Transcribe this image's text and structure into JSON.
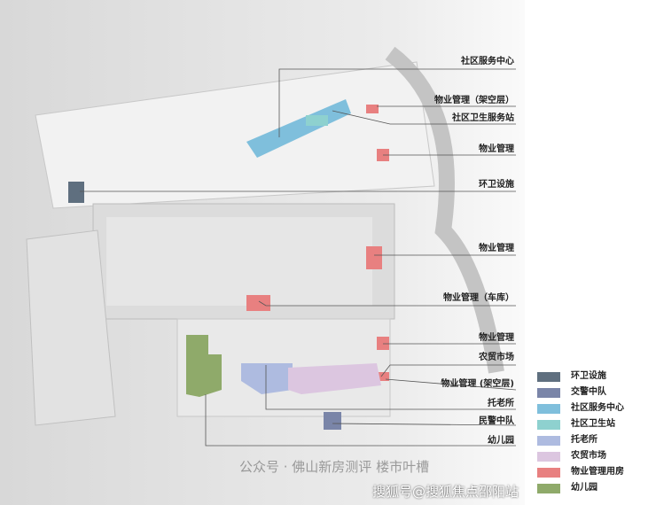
{
  "labels": [
    "社区服务中心",
    "物业管理（架空层）",
    "社区卫生服务站",
    "物业管理",
    "环卫设施",
    "物业管理",
    "物业管理（车库）",
    "物业管理",
    "农贸市场",
    "物业管理 (架空层)",
    "托老所",
    "民警中队",
    "幼儿园"
  ],
  "legend": [
    {
      "label": "环卫设施",
      "color": "#5f6f7f"
    },
    {
      "label": "交警中队",
      "color": "#7a85a8"
    },
    {
      "label": "社区服务中心",
      "color": "#7fbfdc"
    },
    {
      "label": "社区卫生站",
      "color": "#8ed1cf"
    },
    {
      "label": "托老所",
      "color": "#aebbe0"
    },
    {
      "label": "农贸市场",
      "color": "#dcc6e0"
    },
    {
      "label": "物业管理用房",
      "color": "#e88080"
    },
    {
      "label": "幼儿园",
      "color": "#8faa6a"
    }
  ],
  "watermark": {
    "line1": "公众号 · 佛山新房测评 楼市叶槽",
    "line2": "搜狐号@搜狐焦点邵阳站"
  }
}
